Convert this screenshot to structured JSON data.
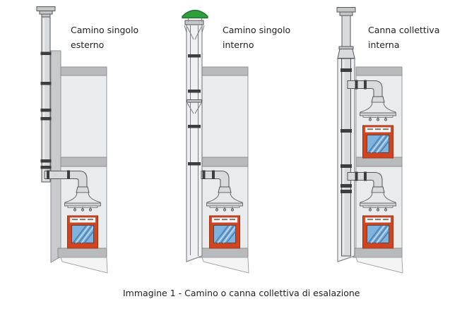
{
  "figure": {
    "panels": [
      {
        "label_line1": "Camino singolo",
        "label_line2": "esterno"
      },
      {
        "label_line1": "Camino singolo",
        "label_line2": "interno"
      },
      {
        "label_line1": "Canna collettiva",
        "label_line2": "interna"
      }
    ],
    "caption": "Immagine 1 - Camino o canna collettiva di esalazione"
  },
  "icons": {
    "panel1": "external-wall-chimney-diagram",
    "panel2": "internal-single-chimney-diagram",
    "panel3": "internal-collective-flue-diagram",
    "terminal1": "rain-cap-terminal",
    "terminal2": "green-cone-rain-cap",
    "terminal3": "rain-cap-terminal"
  },
  "colors": {
    "background": "#ffffff",
    "text": "#1f1f1f",
    "stove_red": "#d2431f",
    "window_blue": "#7fb2dd",
    "cap_green": "#2f9e3c",
    "pipe_grey": "#d9dadb",
    "wall_grey": "#c9cacb",
    "slab_grey": "#b9babc",
    "joint_dark": "#3c3d3f"
  }
}
